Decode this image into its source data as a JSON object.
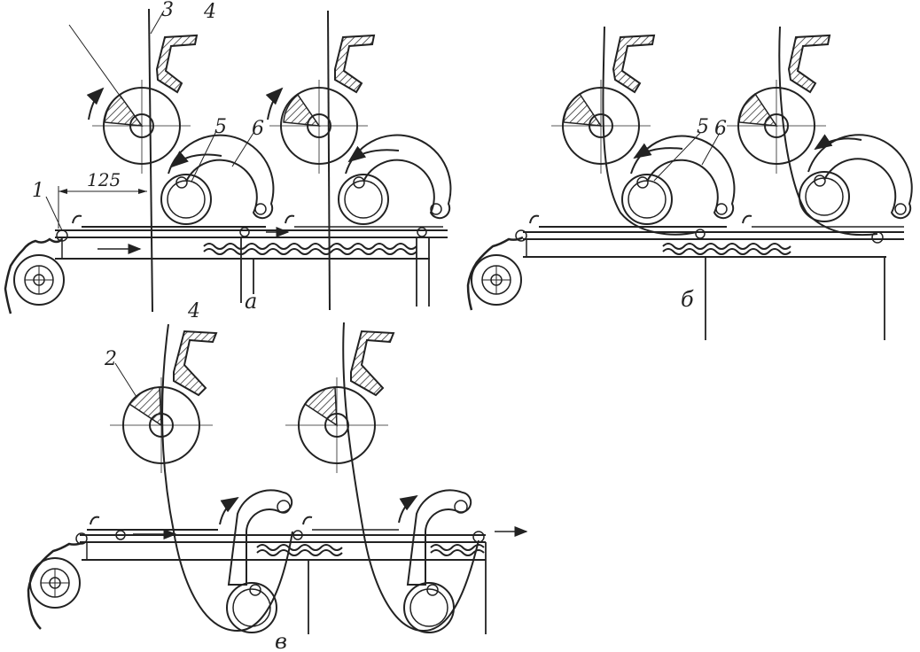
{
  "labels": {
    "chain_wheel": "1",
    "cutter": "2",
    "strip": "3",
    "guide": "4",
    "roller": "5",
    "lever": "6",
    "dimension": "125",
    "panel_a": "а",
    "panel_b": "б",
    "panel_c": "в"
  },
  "colors": {
    "ink": "#222222",
    "hatch": "#333333",
    "paper": "#ffffff"
  }
}
